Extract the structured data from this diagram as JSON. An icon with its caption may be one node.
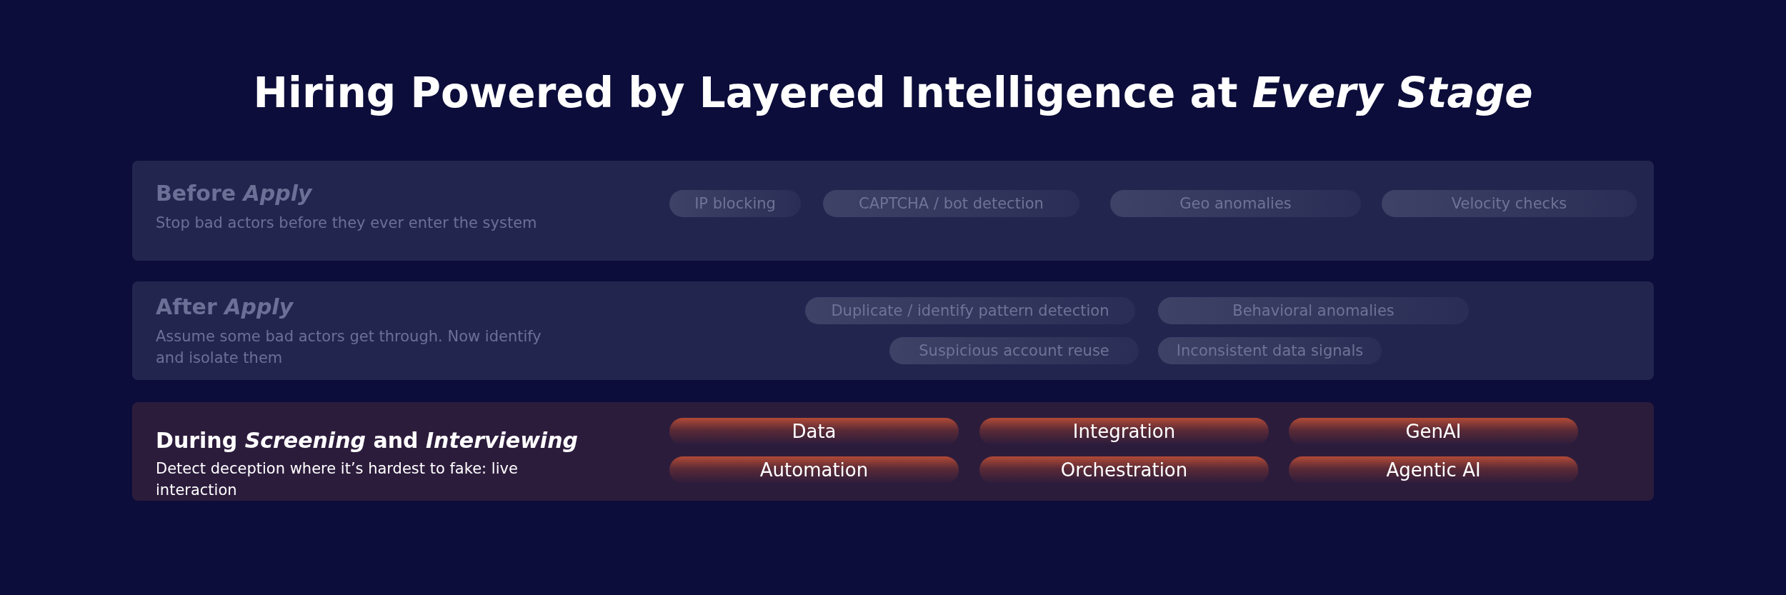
{
  "diagram": {
    "title": "Hiring Powered by Layered Intelligence at *Every Stage*",
    "nodes": [
      {
        "text": [
          "Before *Apply*",
          "Stop bad actors before they ever enter the system"
        ]
      },
      {
        "text": [
          "IP blocking"
        ],
        "in": 0
      },
      {
        "text": [
          "CAPTCHA / bot detection"
        ],
        "in": 0
      },
      {
        "text": [
          "Geo anomalies"
        ],
        "in": 0
      },
      {
        "text": [
          "Velocity checks"
        ],
        "in": 0
      },
      {
        "text": [
          "After *Apply*",
          "Assume some bad actors get through. Now identify and isolate them"
        ]
      },
      {
        "text": [
          "Duplicate / identify pattern detection"
        ],
        "in": 5
      },
      {
        "text": [
          "Behavioral anomalies"
        ],
        "in": 5
      },
      {
        "text": [
          "Suspicious account reuse"
        ],
        "in": 5
      },
      {
        "text": [
          "Inconsistent data signals"
        ],
        "in": 5
      },
      {
        "text": [
          "During *Screening* and *Interviewing*",
          "Detect deception where it’s hardest to fake: live interaction"
        ]
      },
      {
        "text": [
          "Data"
        ],
        "in": 10
      },
      {
        "text": [
          "Integration"
        ],
        "in": 10
      },
      {
        "text": [
          "GenAI"
        ],
        "in": 10
      },
      {
        "text": [
          "Automation"
        ],
        "in": 10
      },
      {
        "text": [
          "Orchestration"
        ],
        "in": 10
      },
      {
        "text": [
          "Agentic AI"
        ],
        "in": 10
      }
    ],
    "edges": []
  }
}
